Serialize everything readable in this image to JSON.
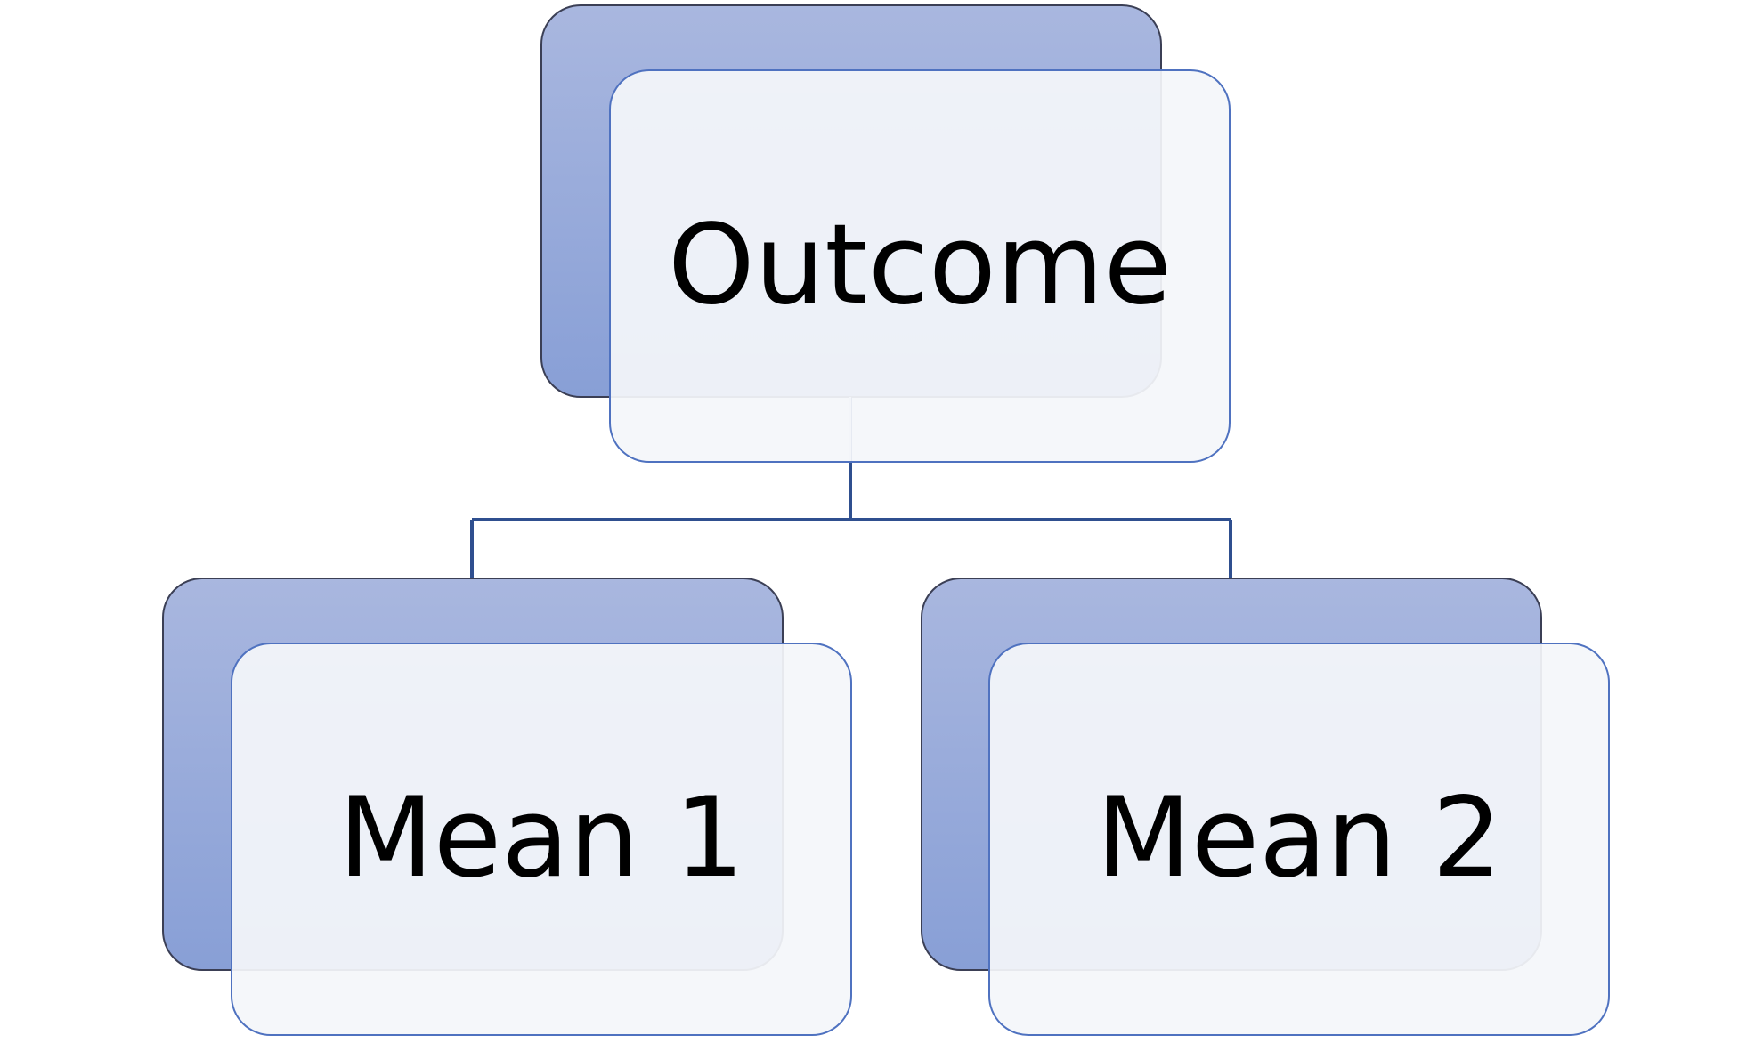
{
  "diagram": {
    "root": {
      "label": "Outcome"
    },
    "children": [
      {
        "label": "Mean 1"
      },
      {
        "label": "Mean 2"
      }
    ]
  },
  "colors": {
    "back_gradient_top": "#a9b7df",
    "back_gradient_bottom": "#889fd6",
    "back_stroke": "#3b3f55",
    "front_fill": "#f4f6fa",
    "front_stroke": "#4f72c0",
    "connector": "#2f4f8f",
    "text": "#000000",
    "background": "#ffffff"
  }
}
